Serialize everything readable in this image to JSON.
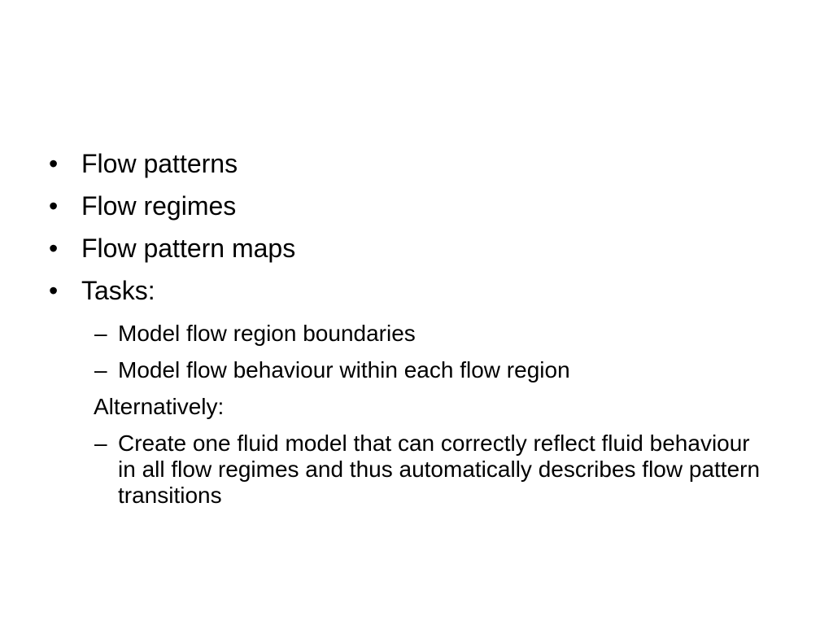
{
  "slide": {
    "bullet_symbol": "•",
    "dash_symbol": "–",
    "items": [
      {
        "text": "Flow patterns"
      },
      {
        "text": "Flow regimes"
      },
      {
        "text": "Flow pattern maps"
      },
      {
        "text": "Tasks:"
      }
    ],
    "subitems": [
      {
        "text": "Model flow region boundaries"
      },
      {
        "text": "Model flow behaviour within each flow region"
      }
    ],
    "alternatively_label": "Alternatively:",
    "alt_subitems": [
      {
        "text": "Create one fluid model that can correctly reflect fluid behaviour in all flow regimes and thus automatically describes flow pattern transitions"
      }
    ]
  }
}
